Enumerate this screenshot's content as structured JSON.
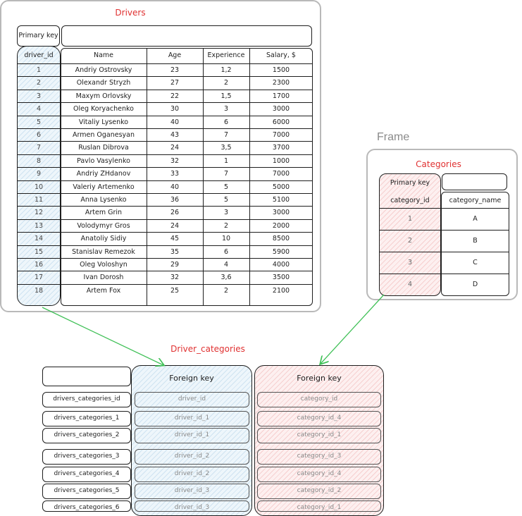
{
  "frame_label": "Frame",
  "drivers": {
    "title": "Drivers",
    "pk_label": "Primary key",
    "headers": [
      "driver_id",
      "Name",
      "Age",
      "Experience",
      "Salary, $"
    ],
    "rows": [
      [
        "1",
        "Andriy Ostrovsky",
        "23",
        "1,2",
        "1500"
      ],
      [
        "2",
        "Olexandr Stryzh",
        "27",
        "2",
        "2300"
      ],
      [
        "3",
        "Maxym Orlovsky",
        "22",
        "1,5",
        "1700"
      ],
      [
        "4",
        "Oleg Koryachenko",
        "30",
        "3",
        "3000"
      ],
      [
        "5",
        "Vitaliy Lysenko",
        "40",
        "6",
        "6000"
      ],
      [
        "6",
        "Armen Oganesyan",
        "43",
        "7",
        "7000"
      ],
      [
        "7",
        "Ruslan Dibrova",
        "24",
        "3,5",
        "3700"
      ],
      [
        "8",
        "Pavlo Vasylenko",
        "32",
        "1",
        "1000"
      ],
      [
        "9",
        "Andriy ZHdanov",
        "33",
        "7",
        "7000"
      ],
      [
        "10",
        "Valeriy Artemenko",
        "40",
        "5",
        "5000"
      ],
      [
        "11",
        "Anna Lysenko",
        "36",
        "5",
        "5100"
      ],
      [
        "12",
        "Artem Grin",
        "26",
        "3",
        "3000"
      ],
      [
        "13",
        "Volodymyr Gros",
        "24",
        "2",
        "2000"
      ],
      [
        "14",
        "Anatoliy Sidiy",
        "45",
        "10",
        "8500"
      ],
      [
        "15",
        "Stanislav Remezok",
        "35",
        "6",
        "5900"
      ],
      [
        "16",
        "Oleg Voloshyn",
        "29",
        "4",
        "4000"
      ],
      [
        "17",
        "Ivan Dorosh",
        "32",
        "3,6",
        "3500"
      ],
      [
        "18",
        "Artem Fox",
        "25",
        "2",
        "2100"
      ]
    ]
  },
  "categories": {
    "title": "Categories",
    "pk_label": "Primary key",
    "headers": [
      "category_id",
      "category_name"
    ],
    "rows": [
      [
        "1",
        "A"
      ],
      [
        "2",
        "B"
      ],
      [
        "3",
        "C"
      ],
      [
        "4",
        "D"
      ]
    ]
  },
  "driver_categories": {
    "title": "Driver_categories",
    "fk1_label": "Foreign key",
    "fk2_label": "Foreign key",
    "rows": [
      [
        "drivers_categories_id",
        "driver_id",
        "category_id"
      ],
      [
        "drivers_categories_1",
        "driver_id_1",
        "category_id_4"
      ],
      [
        "drivers_categories_2",
        "driver_id_1",
        "category_id_1"
      ],
      [
        "drivers_categories_3",
        "driver_id_2",
        "category_id_3"
      ],
      [
        "drivers_categories_4",
        "driver_id_2",
        "category_id_4"
      ],
      [
        "drivers_categories_5",
        "driver_id_3",
        "category_id_2"
      ],
      [
        "drivers_categories_6",
        "driver_id_3",
        "category_id_1"
      ]
    ]
  },
  "colors": {
    "title": "#e03131",
    "arrow": "#40c057",
    "blue_hatch": "#a5d8ff",
    "red_hatch": "#ffc9c9"
  }
}
